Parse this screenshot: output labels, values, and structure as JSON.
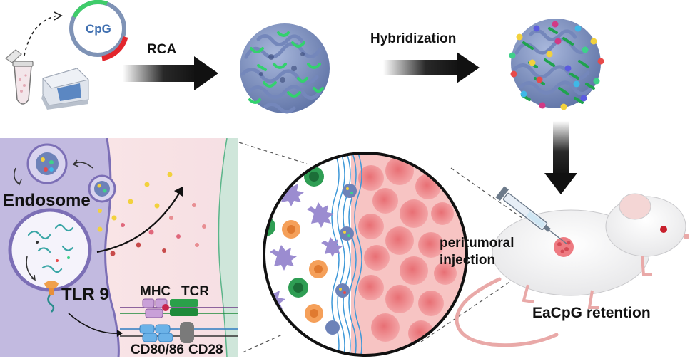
{
  "synthesis": {
    "plasmid_label": "CpG",
    "step1_label": "RCA",
    "step2_label": "Hybridization"
  },
  "cell": {
    "endosome_label": "Endosome",
    "receptor_label": "TLR 9"
  },
  "molecules": {
    "mhc": "MHC",
    "tcr": "TCR",
    "cd80": "CD80/86",
    "cd28": "CD28"
  },
  "tumor": {
    "injection_label": "peritumoral\ninjection"
  },
  "mouse": {
    "retention_label": "EaCpG retention"
  },
  "colors": {
    "strand_blue": "#7d92c0",
    "strand_green": "#2ec46a",
    "arrow_black": "#111111",
    "cell_purple": "#c9c0e4",
    "membrane_green": "#cfe6da",
    "tumor_red": "#f09a9c"
  }
}
